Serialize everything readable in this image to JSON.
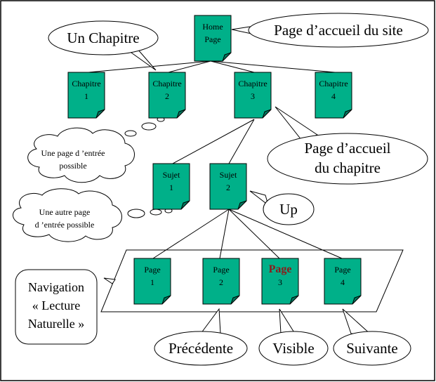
{
  "nodes": {
    "home": [
      "Home",
      "Page"
    ],
    "chapter1": [
      "Chapitre",
      "1"
    ],
    "chapter2": [
      "Chapitre",
      "2"
    ],
    "chapter3": [
      "Chapitre",
      "3"
    ],
    "chapter4": [
      "Chapitre",
      "4"
    ],
    "subject1": [
      "Sujet",
      "1"
    ],
    "subject2": [
      "Sujet",
      "2"
    ],
    "page1": [
      "Page",
      "1"
    ],
    "page2": [
      "Page",
      "2"
    ],
    "page3": [
      "Page",
      "3"
    ],
    "page4": [
      "Page",
      "4"
    ]
  },
  "callouts": {
    "home_page": "Page d’accueil du site",
    "one_chapter": "Un Chapitre",
    "chapter_home_line1": "Page d’accueil",
    "chapter_home_line2": "du chapitre",
    "up": "Up",
    "previous": "Précédente",
    "visible": "Visible",
    "next": "Suivante"
  },
  "clouds": {
    "entry_possible": [
      "Une page d ’entrée",
      "possible"
    ],
    "other_entry_possible": [
      "Une autre page",
      "d ’entrée possible"
    ]
  },
  "navigation": {
    "lines": [
      "Navigation",
      "« Lecture",
      "Naturelle »"
    ]
  },
  "colors": {
    "document_fill": "#00b089",
    "highlight_text": "#8b1a1a"
  }
}
